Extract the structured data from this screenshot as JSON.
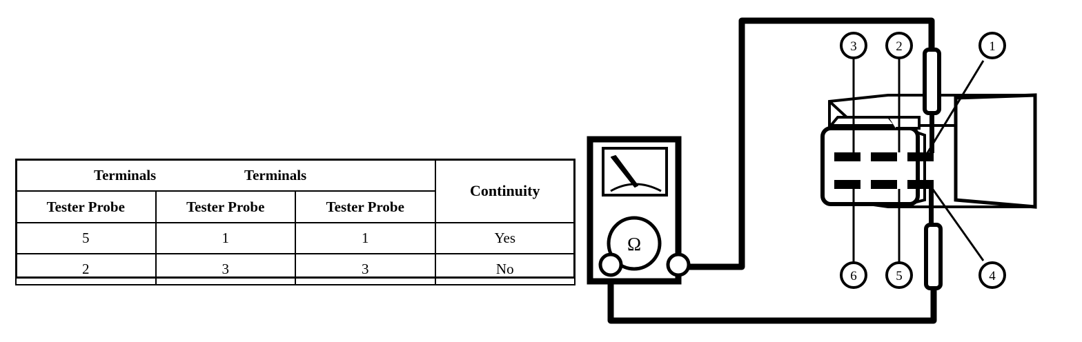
{
  "table": {
    "group_headers": [
      {
        "label": "Terminals"
      },
      {
        "label": "Terminals"
      }
    ],
    "continuity_header": "Continuity",
    "column_headers": [
      "Tester Probe",
      "Tester Probe",
      "Tester Probe"
    ],
    "rows": [
      {
        "probe_a": "5",
        "probe_b": "1",
        "probe_c": "1",
        "continuity": "Yes"
      },
      {
        "probe_a": "2",
        "probe_b": "3",
        "probe_c": "3",
        "continuity": "No"
      }
    ]
  },
  "diagram": {
    "meter": {
      "name": "analog-multimeter",
      "dial_symbol": "Ω",
      "jacks": [
        "negative-jack",
        "positive-jack"
      ]
    },
    "connector": {
      "name": "six-pin-connector",
      "terminal_count": 6,
      "rows": 2,
      "columns": 3
    },
    "callouts": [
      {
        "id": "3",
        "row": "top",
        "position": "left"
      },
      {
        "id": "2",
        "row": "top",
        "position": "middle"
      },
      {
        "id": "1",
        "row": "top",
        "position": "right"
      },
      {
        "id": "6",
        "row": "bottom",
        "position": "left"
      },
      {
        "id": "5",
        "row": "bottom",
        "position": "middle"
      },
      {
        "id": "4",
        "row": "bottom",
        "position": "right"
      }
    ],
    "probes": [
      {
        "name": "upper-test-probe",
        "contacts_terminal": "1"
      },
      {
        "name": "lower-test-probe",
        "contacts_terminal": "4"
      }
    ],
    "colors": {
      "line": "#000000",
      "background": "#ffffff"
    }
  }
}
